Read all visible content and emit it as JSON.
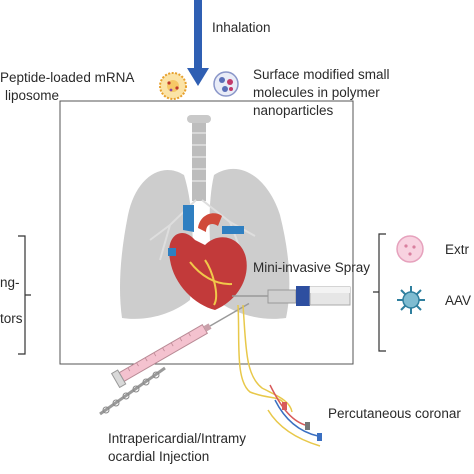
{
  "labels": {
    "inhalation": "Inhalation",
    "peptide_line1": "Peptide-loaded mRNA",
    "peptide_line2": "liposome",
    "surface_line1": "Surface modified small",
    "surface_line2": "molecules in polymer",
    "surface_line3": "nanoparticles",
    "spray": "Mini-invasive Spray",
    "extra": "Extr",
    "aav": "AAV",
    "left_ng": "ng-",
    "left_tors": "tors",
    "percutaneous": "Percutaneous coronar",
    "injection_line1": "Intrapericardial/Intramy",
    "injection_line2": "ocardial Injection"
  },
  "colors": {
    "arrow": "#2f5fb3",
    "lung": "#c9c9c9",
    "trachea": "#bdbdbd",
    "heart": "#c23a3a",
    "vessel_blue": "#2f7fc1",
    "syringe": "#f2b8c6",
    "spray_cap": "#2e4fa0",
    "wire": "#e8c84a",
    "liposome": "#f0b43a",
    "nanoparticle": "#5a6fb8",
    "vesicle": "#f3a9c4",
    "aav": "#2f7f9e"
  }
}
